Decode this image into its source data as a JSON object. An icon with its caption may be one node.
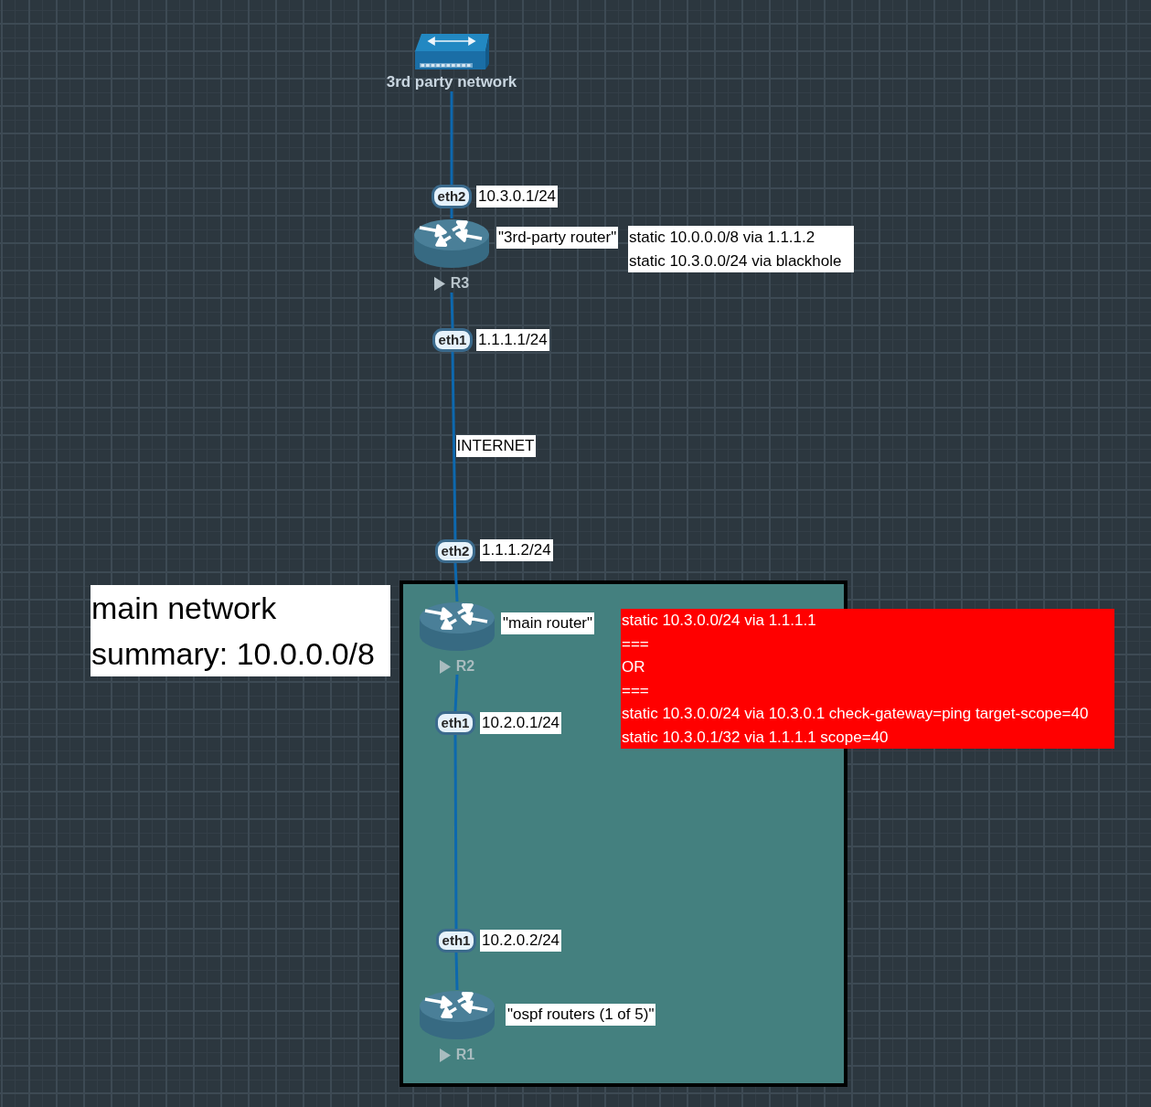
{
  "diagram": {
    "nodes": [
      {
        "text": [
          "3rd party network"
        ]
      },
      {
        "text": [
          "eth2"
        ],
        "beside": [
          "10.3.0.1/24"
        ]
      },
      {
        "text": [
          "R3"
        ],
        "beside": [
          "\"3rd-party router\""
        ]
      },
      {
        "text": [
          "static 10.0.0.0/8 via 1.1.1.2",
          "static 10.3.0.0/24 via blackhole"
        ]
      },
      {
        "text": [
          "eth1"
        ],
        "beside": [
          "1.1.1.1/24"
        ]
      },
      {
        "text": [
          "eth2"
        ],
        "beside": [
          "1.1.1.2/24"
        ]
      },
      {
        "text": [
          "main network summary: 10.0.0.0/8"
        ]
      },
      {
        "text": [],
        "shape": "box"
      },
      {
        "text": [
          "R2"
        ],
        "beside": [
          "\"main router\""
        ],
        "in": 7
      },
      {
        "text": [
          "static 10.3.0.0/24 via 1.1.1.1",
          "===",
          "OR",
          "===",
          "static 10.3.0.0/24 via 10.3.0.1 check-gateway=ping target-scope=40",
          "static 10.3.0.1/32 via 1.1.1.1 scope=40"
        ]
      },
      {
        "text": [
          "eth1"
        ],
        "beside": [
          "10.2.0.1/24"
        ],
        "in": 7
      },
      {
        "text": [
          "eth1"
        ],
        "beside": [
          "10.2.0.2/24"
        ],
        "in": 7
      },
      {
        "text": [
          "R1"
        ],
        "beside": [
          "\"ospf routers (1 of 5)\""
        ],
        "in": 7
      }
    ],
    "edges": [
      {
        "from": 0,
        "to": 1,
        "arrow": "none"
      },
      {
        "from": 1,
        "to": 2,
        "arrow": "none"
      },
      {
        "from": 2,
        "to": 4,
        "arrow": "none"
      },
      {
        "from": 4,
        "to": 5,
        "arrow": "none",
        "label": "INTERNET"
      },
      {
        "from": 5,
        "to": 8,
        "arrow": "none"
      },
      {
        "from": 8,
        "to": 10,
        "arrow": "none"
      },
      {
        "from": 10,
        "to": 11,
        "arrow": "none"
      },
      {
        "from": 11,
        "to": 12,
        "arrow": "none"
      }
    ]
  }
}
